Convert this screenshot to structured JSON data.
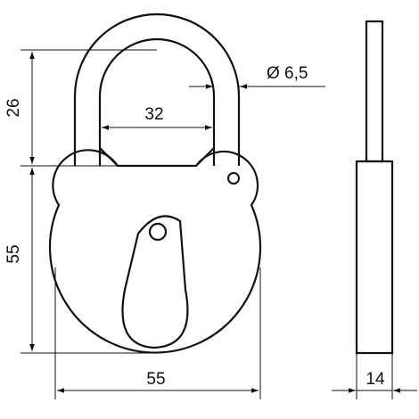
{
  "drawing": {
    "subject": "padlock",
    "dimensions": {
      "shackle_height": "26",
      "shackle_inner_width": "32",
      "shackle_diameter": "Ø 6,5",
      "body_height": "55",
      "body_width": "55",
      "body_thickness": "14"
    },
    "colors": {
      "line": "#111111",
      "background": "#ffffff"
    }
  }
}
